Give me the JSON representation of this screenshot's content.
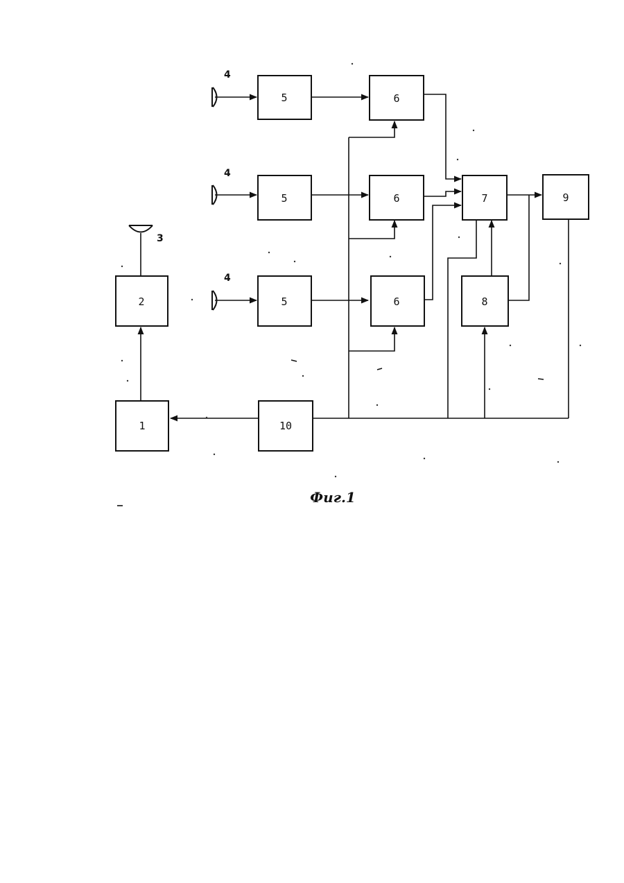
{
  "diagram": {
    "blocks": {
      "b1": "1",
      "b2": "2",
      "b5_top": "5",
      "b5_mid": "5",
      "b5_bot": "5",
      "b6_top": "6",
      "b6_mid": "6",
      "b6_bot": "6",
      "b7": "7",
      "b8": "8",
      "b9": "9",
      "b10": "10"
    },
    "antennas": {
      "tx": "3",
      "rx_top": "4",
      "rx_mid": "4",
      "rx_bot": "4"
    },
    "caption": "Фиг.1"
  },
  "colors": {
    "ink": "#111111",
    "paper": "#ffffff"
  }
}
